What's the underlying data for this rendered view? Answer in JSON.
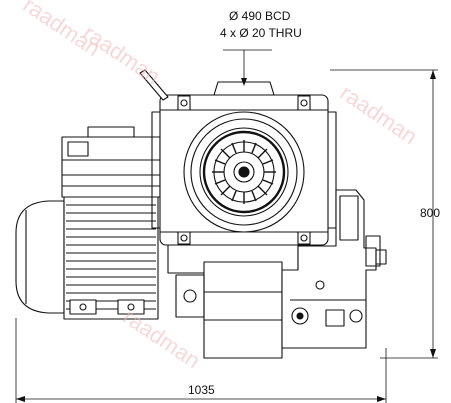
{
  "annotations": {
    "bcd": "Ø 490 BCD",
    "holes": "4 x Ø 20 THRU"
  },
  "dimensions": {
    "height": "800",
    "width": "1035"
  },
  "watermark": {
    "text": "raadman",
    "color": "#f2b8b8"
  },
  "colors": {
    "line": "#111111",
    "hatch": "#3a3a3a"
  }
}
